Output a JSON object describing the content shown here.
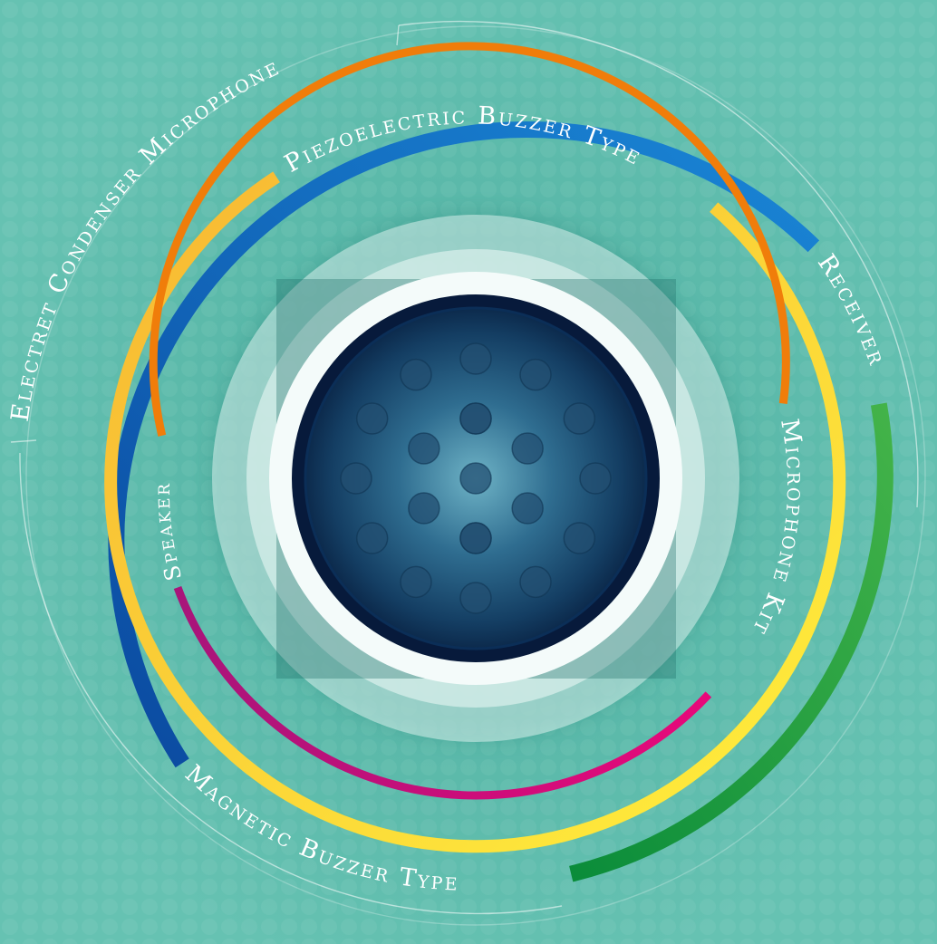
{
  "diagram": {
    "rings": [
      {
        "id": "electret",
        "label": "Electret Condenser Microphone",
        "color": "#0b5fb5"
      },
      {
        "id": "receiver",
        "label": "Receiver",
        "color": "#1a78cf"
      },
      {
        "id": "piezo",
        "label": "Piezoelectric Buzzer Type",
        "color": "#f5c431"
      },
      {
        "id": "magnetic",
        "label": "Magnetic Buzzer Type",
        "color": "#16a441"
      },
      {
        "id": "speaker",
        "label": "Speaker",
        "color": "#f07d0a"
      },
      {
        "id": "microphone-kit",
        "label": "Microphone Kit",
        "color": "#d9097a"
      }
    ],
    "colors": {
      "background": "#5fbfae",
      "core_dark": "#061a3a",
      "core_light": "#5fa3bd",
      "halo": "#dff3ef"
    }
  }
}
